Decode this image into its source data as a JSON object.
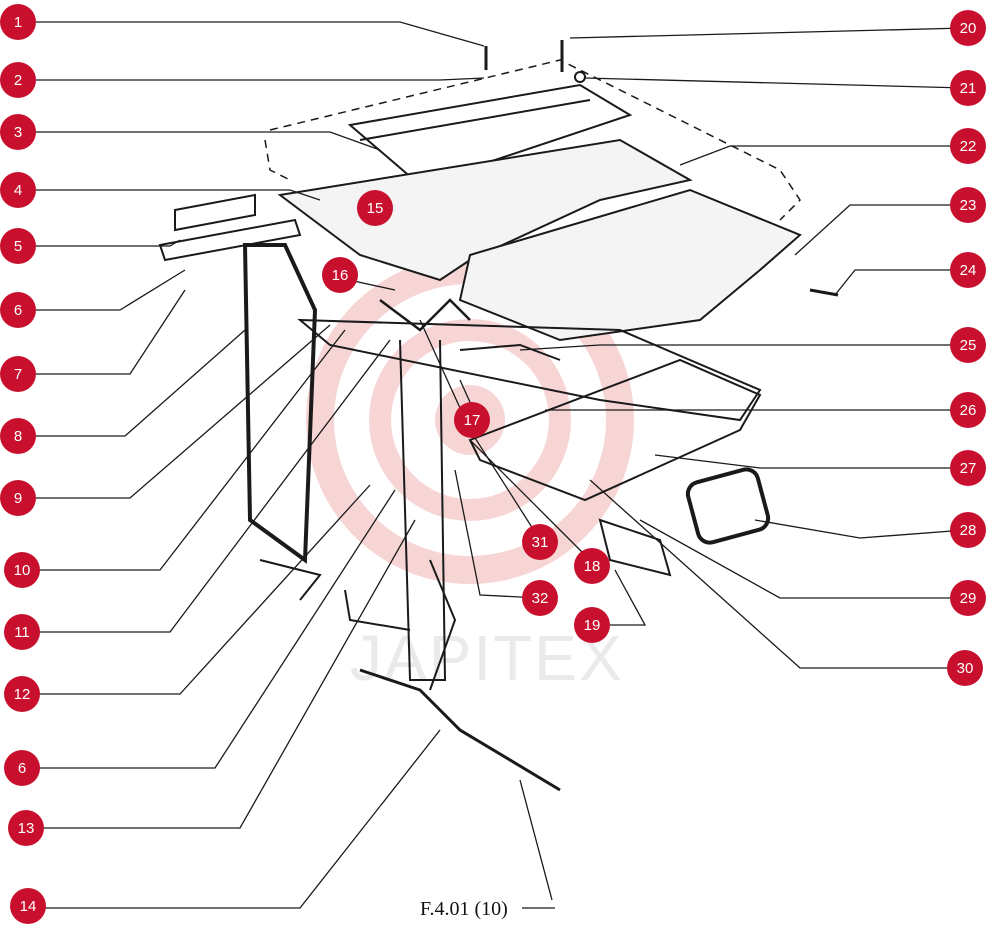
{
  "diagram": {
    "figure_code": "F.4.01 (10)",
    "watermark": "JAPITEX",
    "callout_color": "#c8102e",
    "line_color": "#1a1a1a",
    "callouts_left": [
      "1",
      "2",
      "3",
      "4",
      "5",
      "6",
      "7",
      "8",
      "9",
      "10",
      "11",
      "12",
      "6",
      "13",
      "14"
    ],
    "callouts_right": [
      "20",
      "21",
      "22",
      "23",
      "24",
      "25",
      "26",
      "27",
      "28",
      "29",
      "30"
    ],
    "callouts_inner": [
      "15",
      "16",
      "17",
      "31",
      "18",
      "32",
      "19"
    ]
  }
}
